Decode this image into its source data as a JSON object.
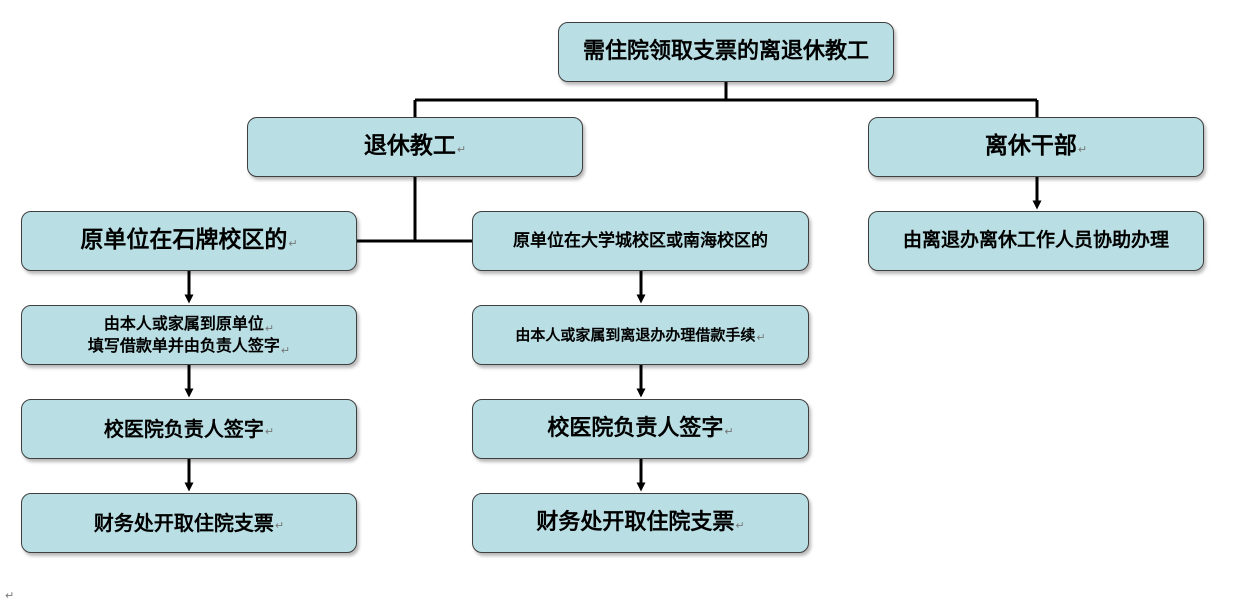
{
  "diagram": {
    "root": "需住院领取支票的离退休教工",
    "retired": "退休教工",
    "lixiu": "离休干部",
    "shipai": "原单位在石牌校区的",
    "daxuecheng": "原单位在大学城校区或南海校区的",
    "lixiu_step": "由离退办离休工作人员协助办理",
    "left_step1_line1": "由本人或家属到原单位",
    "left_step1_line2": "填写借款单并由负责人签字",
    "mid_step1": "由本人或家属到离退办办理借款手续",
    "left_step2": "校医院负责人签字",
    "mid_step2": "校医院负责人签字",
    "left_step3": "财务处开取住院支票",
    "mid_step3": "财务处开取住院支票",
    "paragraph_mark": "↵"
  },
  "colors": {
    "node_fill": "#b9dfe4",
    "node_border": "#3f3f3f",
    "connector": "#000000"
  }
}
